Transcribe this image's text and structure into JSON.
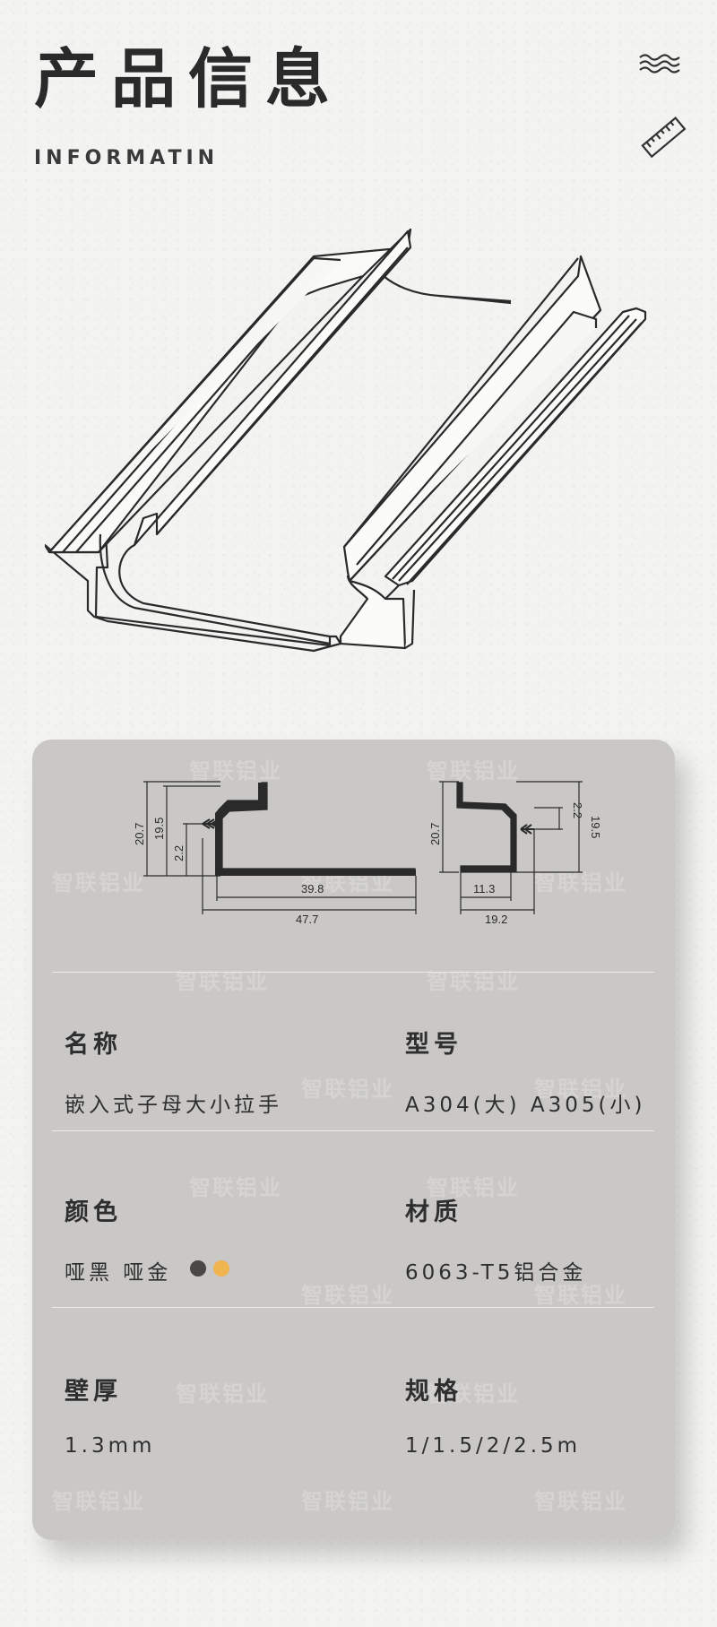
{
  "header": {
    "title": "产品信息",
    "subtitle": "INFORMATIN"
  },
  "icons": [
    "waves-icon",
    "ruler-icon"
  ],
  "drawing": {
    "large": {
      "height_outer": "20.7",
      "height_inner": "19.5",
      "lip": "2.2",
      "width_inner": "39.8",
      "width_outer": "47.7"
    },
    "small": {
      "height_outer": "20.7",
      "lip": "2.2",
      "height_inner": "19.5",
      "width_inner": "11.3",
      "width_outer": "19.2"
    }
  },
  "specs": {
    "name": {
      "label": "名称",
      "value": "嵌入式子母大小拉手"
    },
    "model": {
      "label": "型号",
      "value": "A304(大) A305(小)"
    },
    "color": {
      "label": "颜色",
      "value": "哑黑 哑金",
      "swatches": [
        "#4a4745",
        "#f0b54e"
      ]
    },
    "material": {
      "label": "材质",
      "value": "6063-T5铝合金"
    },
    "thickness": {
      "label": "壁厚",
      "value": "1.3mm"
    },
    "spec": {
      "label": "规格",
      "value": "1/1.5/2/2.5m"
    }
  },
  "watermark": "智联铝业",
  "colors": {
    "card": "#c9c8c6",
    "page": "#f3f3f1",
    "text": "#2b2b2b"
  }
}
